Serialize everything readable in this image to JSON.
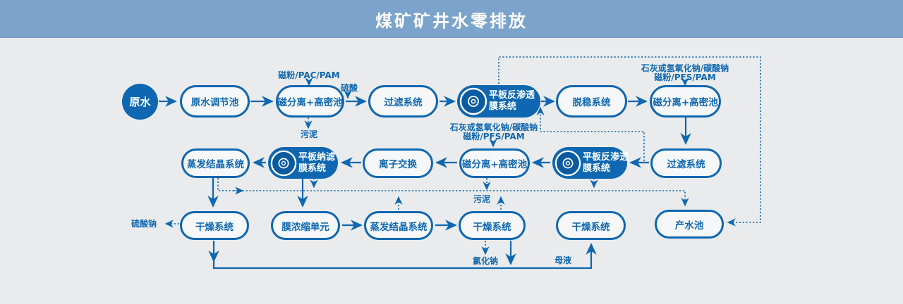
{
  "header": {
    "title": "煤矿矿井水零排放"
  },
  "nodes": {
    "yuanshui": {
      "label": "原水"
    },
    "tiaojiechi": {
      "label": "原水调节池"
    },
    "cifenli1": {
      "label": "磁分离+高密池"
    },
    "guolv1": {
      "label": "过滤系统"
    },
    "ro1": {
      "label_line1": "平板反渗透",
      "label_line2": "膜系统"
    },
    "tuowen": {
      "label": "脱稳系统"
    },
    "cifenli2": {
      "label": "磁分离+高密池"
    },
    "zhengfa1": {
      "label": "蒸发结晶系统"
    },
    "nalv": {
      "label_line1": "平板纳滤",
      "label_line2": "膜系统"
    },
    "lizijiaohuan": {
      "label": "离子交换"
    },
    "cifenli3": {
      "label": "磁分离+高密池"
    },
    "ro2": {
      "label_line1": "平板反渗透",
      "label_line2": "膜系统"
    },
    "guolv2": {
      "label": "过滤系统"
    },
    "ganzao1": {
      "label": "干燥系统"
    },
    "monongsuo": {
      "label": "膜浓缩单元"
    },
    "zhengfa2": {
      "label": "蒸发结晶系统"
    },
    "ganzao2": {
      "label": "干燥系统"
    },
    "ganzao3": {
      "label": "干燥系统"
    },
    "chanshuichi": {
      "label": "产水池"
    }
  },
  "annotations": {
    "cifen_pac_pam": "磁粉/PAC/PAM",
    "liusuan": "硫酸",
    "wuni1": "污泥",
    "shihui_line1": "石灰或氢氧化钠/碳酸钠",
    "shihui_line2": "磁粉/PFS/PAM",
    "wuni2": "污泥",
    "liusuanna": "硫酸钠",
    "lvhuana": "氯化钠",
    "muye": "母液"
  },
  "edges": [
    {
      "from": "原水",
      "to": "原水调节池",
      "style": "solid"
    },
    {
      "from": "原水调节池",
      "to": "磁分离+高密池",
      "style": "solid"
    },
    {
      "from": "磁分离+高密池",
      "to": "过滤系统",
      "style": "solid",
      "dosing": "硫酸"
    },
    {
      "from": "过滤系统",
      "to": "平板反渗透膜系统",
      "style": "solid"
    },
    {
      "from": "平板反渗透膜系统",
      "to": "脱稳系统",
      "style": "solid"
    },
    {
      "from": "脱稳系统",
      "to": "磁分离+高密池(右)",
      "style": "solid"
    },
    {
      "from": "磁分离+高密池(右)",
      "to": "过滤系统(二排)",
      "style": "solid"
    },
    {
      "from": "过滤系统(二排)",
      "to": "平板反渗透膜系统(二排)",
      "style": "solid"
    },
    {
      "from": "平板反渗透膜系统(二排)",
      "to": "磁分离+高密池(二排)",
      "style": "solid"
    },
    {
      "from": "磁分离+高密池(二排)",
      "to": "离子交换",
      "style": "solid"
    },
    {
      "from": "离子交换",
      "to": "平板纳滤膜系统",
      "style": "solid"
    },
    {
      "from": "平板纳滤膜系统",
      "to": "蒸发结晶系统(二排)",
      "style": "solid"
    },
    {
      "from": "蒸发结晶系统(二排)",
      "to": "干燥系统(左)",
      "style": "solid"
    },
    {
      "from": "平板纳滤膜系统",
      "to": "膜浓缩单元",
      "style": "solid"
    },
    {
      "from": "膜浓缩单元",
      "to": "蒸发结晶系统(下排)",
      "style": "solid"
    },
    {
      "from": "蒸发结晶系统(下排)",
      "to": "干燥系统(中)",
      "style": "solid"
    },
    {
      "from": "干燥系统(左)",
      "to": "干燥系统(右)",
      "style": "solid",
      "label": "母液"
    },
    {
      "from": "干燥系统(中)",
      "to": "干燥系统(右)",
      "style": "solid",
      "label": "母液"
    },
    {
      "from": "平板反渗透膜系统",
      "to": "产水池",
      "style": "dotted"
    },
    {
      "from": "平板反渗透膜系统(二排)",
      "to": "脱稳系统",
      "style": "dotted"
    },
    {
      "from": "蒸发结晶系统(二排)",
      "to": "产水池",
      "style": "dotted"
    },
    {
      "from": "平板纳滤膜系统",
      "to": "产水池",
      "style": "dotted"
    },
    {
      "from": "蒸发结晶系统(下排)",
      "to": "产水池",
      "style": "dotted"
    },
    {
      "from": "干燥系统(中)",
      "to": "产水池",
      "style": "dotted"
    },
    {
      "from": "平板反渗透膜系统(二排)",
      "to": "产水池",
      "style": "dotted"
    },
    {
      "from": "干燥系统(左)",
      "to": "硫酸钠",
      "style": "dotted"
    },
    {
      "from": "干燥系统(中)",
      "to": "氯化钠",
      "style": "dotted"
    },
    {
      "from": "磁分离+高密池",
      "to": "污泥",
      "style": "dotted"
    },
    {
      "from": "磁分离+高密池(二排)",
      "to": "污泥",
      "style": "dotted"
    }
  ],
  "colors": {
    "primary_blue": "#0e67b0",
    "header_bg": "#7ba3cb",
    "canvas_bg": "#eaebec",
    "node_fill": "#f6f7f8"
  }
}
